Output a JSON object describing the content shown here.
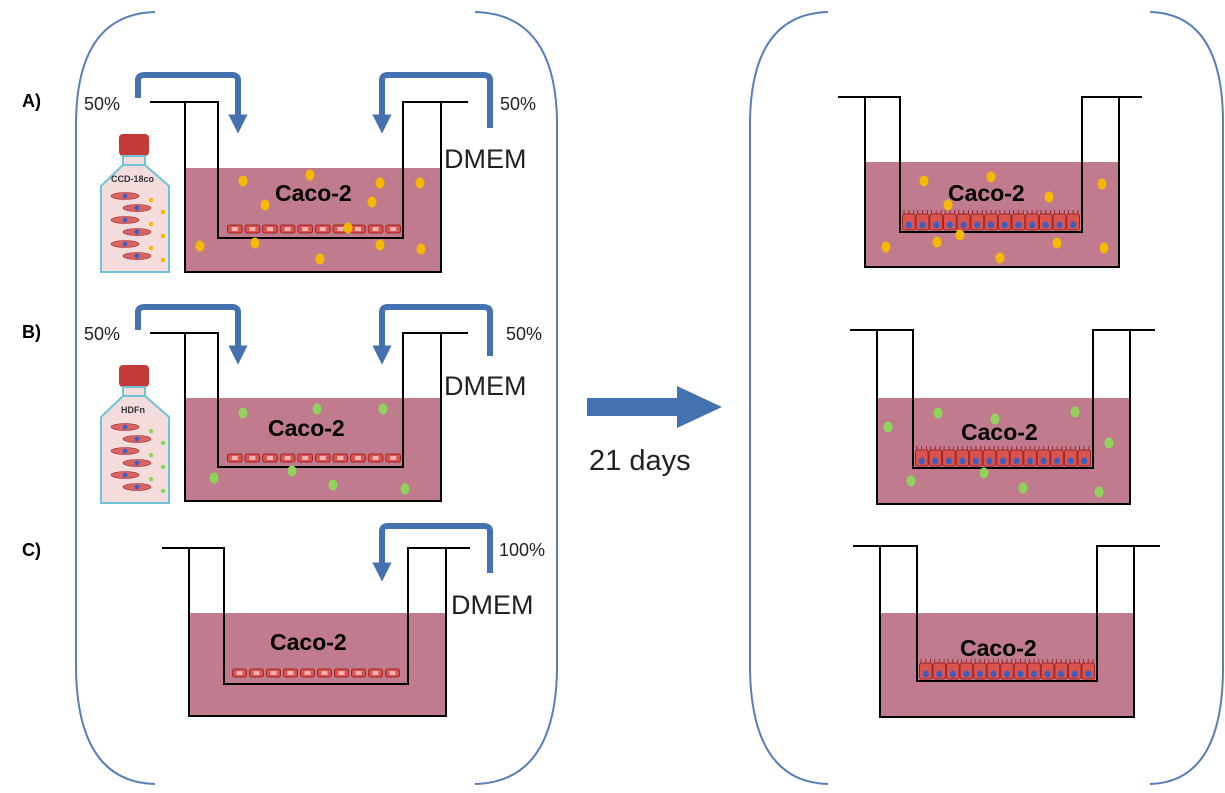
{
  "panel_labels": [
    "A)",
    "B)",
    "C)"
  ],
  "well_label": "Caco-2",
  "medium_label": "DMEM",
  "rows": [
    {
      "label": "A)",
      "left_percent": "50%",
      "right_percent": "50%",
      "bottle_label": "CCD-18co",
      "dot_color": "#f5b800"
    },
    {
      "label": "B)",
      "left_percent": "50%",
      "right_percent": "50%",
      "bottle_label": "HDFn",
      "dot_color": "#8fd35a"
    },
    {
      "label": "C)",
      "right_percent": "100%",
      "dot_color": null
    }
  ],
  "transition_label": "21 days",
  "colors": {
    "medium": "#c07b8e",
    "arrow": "#4472b0",
    "panel_border": "#5a7fb6",
    "cell_fill": "#d9534f",
    "cell_outline": "#a02525",
    "nucleus": "#3a5fc0",
    "bottle_cap": "#c33a3a",
    "bottle_body": "#f4dcdc",
    "bottle_border": "#6fc3d6"
  }
}
